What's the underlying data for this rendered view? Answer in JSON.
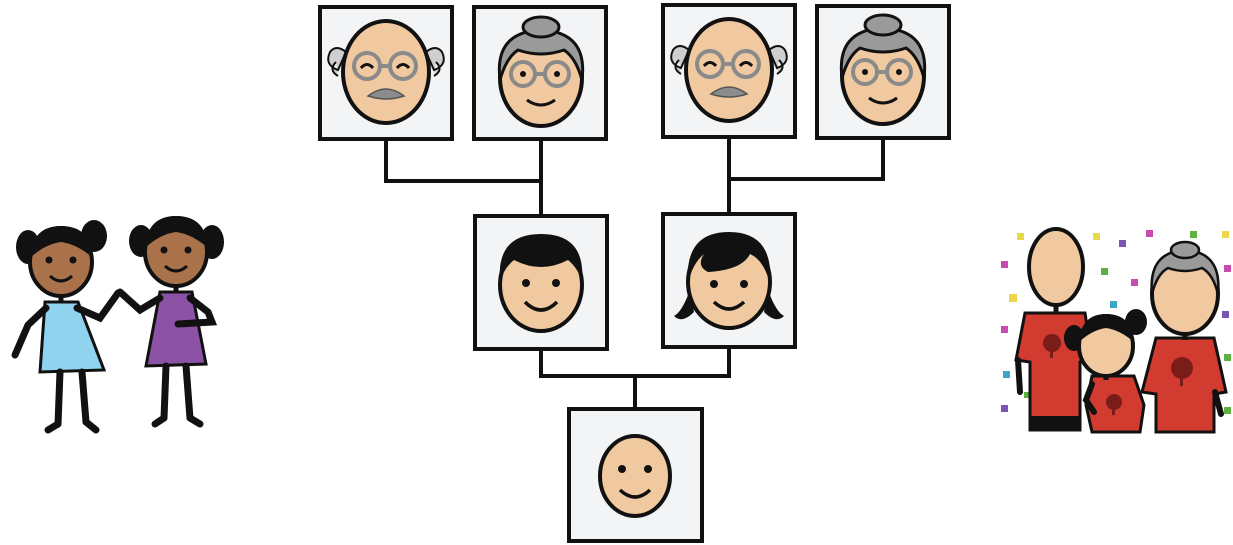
{
  "diagram": {
    "type": "family-tree",
    "generations": [
      {
        "level": "grandparents",
        "members": [
          {
            "id": "grandfather-paternal",
            "icon": "old-man-face-icon"
          },
          {
            "id": "grandmother-paternal",
            "icon": "old-woman-face-icon"
          },
          {
            "id": "grandfather-maternal",
            "icon": "old-man-face-icon"
          },
          {
            "id": "grandmother-maternal",
            "icon": "old-woman-face-icon"
          }
        ]
      },
      {
        "level": "parents",
        "members": [
          {
            "id": "father",
            "icon": "man-face-icon"
          },
          {
            "id": "mother",
            "icon": "woman-face-icon"
          }
        ]
      },
      {
        "level": "child",
        "members": [
          {
            "id": "child",
            "icon": "child-face-icon"
          }
        ]
      }
    ],
    "links": [
      {
        "from": [
          "grandfather-paternal",
          "grandmother-paternal"
        ],
        "to": "father"
      },
      {
        "from": [
          "grandfather-maternal",
          "grandmother-maternal"
        ],
        "to": "mother"
      },
      {
        "from": [
          "father",
          "mother"
        ],
        "to": "child"
      }
    ]
  },
  "side_images": [
    {
      "id": "two-girls",
      "icon": "two-girls-holding-hands-icon"
    },
    {
      "id": "family-celebration",
      "icon": "family-group-confetti-icon"
    }
  ],
  "colors": {
    "skin": "#f0c9a0",
    "hair_gray": "#9a9a9a",
    "hair_black": "#111111",
    "frame_bg": "#f3f4f6",
    "line": "#111111",
    "girl_skin": "#a9724a",
    "dress_blue": "#8fd3ee",
    "dress_purple": "#8c52a6",
    "shirt_red": "#d23b30",
    "tree_dark": "#7a1d18"
  }
}
